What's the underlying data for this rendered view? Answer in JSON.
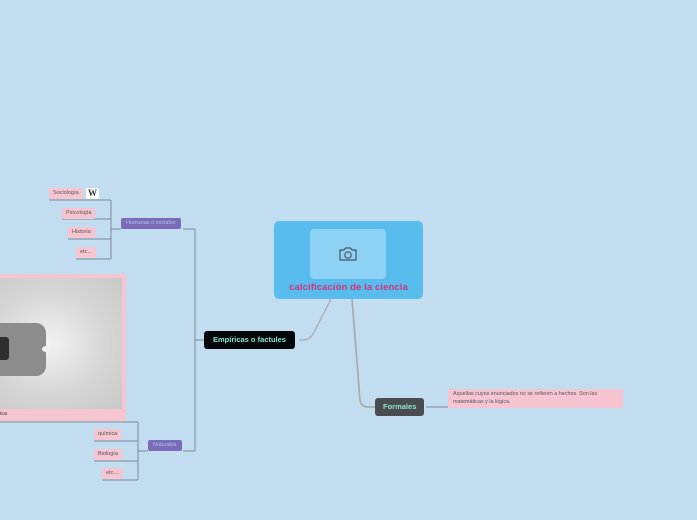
{
  "central_topic": {
    "title": "calcificación de la ciencia",
    "image_icon": "camera-icon"
  },
  "main_topics": [
    {
      "label": "Empíricas o factules",
      "subtopics": [
        {
          "label": "Humanas o sociales",
          "leaves": [
            "Sociología",
            "Psicología",
            "Historia",
            "etc..."
          ]
        },
        {
          "label": "Naturales",
          "leaves": [
            "química",
            "Biología",
            "etc...."
          ]
        }
      ]
    },
    {
      "label": "Formales",
      "description": "Aquellas cuyos enunciados no se refieren a hechos. Son las matemáticas y la lógica."
    }
  ],
  "attachments": {
    "wikipedia_icon_glyph": "W",
    "video_caption": "ica",
    "video_icon": "play-icon"
  },
  "colors": {
    "background": "#c2ddf0",
    "central_fill": "#58bdec",
    "central_text": "#d1317f",
    "main_topic_text": "#8ce3d3",
    "subtopic_fill": "#7b6bb8",
    "leaf_fill": "#f7c5d2"
  }
}
